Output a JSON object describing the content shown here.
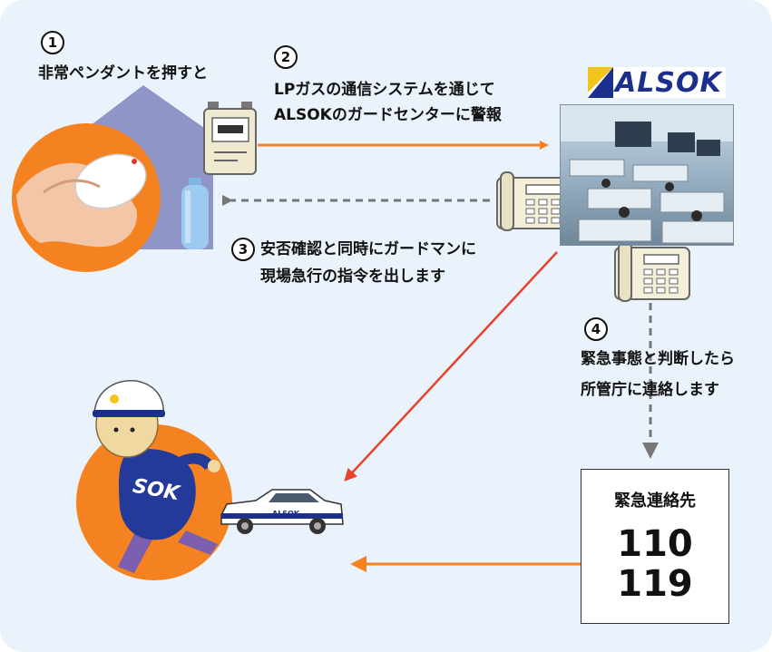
{
  "steps": [
    {
      "num": "1",
      "lines": [
        "非常ペンダントを押すと"
      ]
    },
    {
      "num": "2",
      "lines": [
        "LPガスの通信システムを通じて",
        "ALSOKのガードセンターに警報"
      ]
    },
    {
      "num": "3",
      "lines": [
        "安否確認と同時にガードマンに",
        "現場急行の指令を出します"
      ]
    },
    {
      "num": "4",
      "lines": [
        "緊急事態と判断したら",
        "所管庁に連絡します"
      ]
    }
  ],
  "logo": {
    "text": "ALSOK"
  },
  "guard": {
    "shirt_text": "SOK"
  },
  "car": {
    "text": "ALSOK"
  },
  "contact": {
    "title": "緊急連絡先",
    "numbers": [
      "110",
      "119"
    ]
  },
  "colors": {
    "background": "#eaf3fc",
    "orange": "#f58220",
    "red_arrow": "#e8412c",
    "dashed_arrow": "#777777",
    "house": "#8f95c6",
    "brand": "#1c2f8c"
  }
}
